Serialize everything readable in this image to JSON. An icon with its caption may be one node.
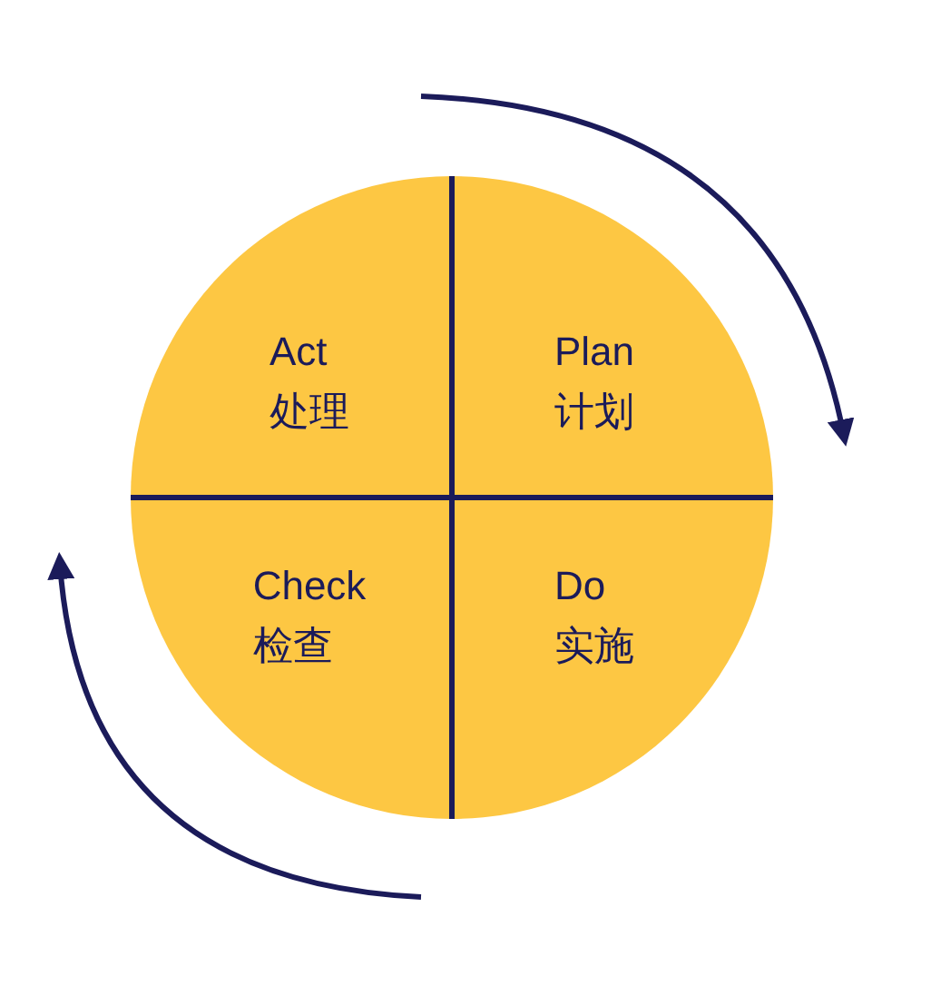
{
  "diagram": {
    "nodes": [
      {
        "text": [
          "Act",
          "处理"
        ]
      },
      {
        "text": [
          "Plan",
          "计划"
        ]
      },
      {
        "text": [
          "Check",
          "检查"
        ]
      },
      {
        "text": [
          "Do",
          "实施"
        ]
      }
    ]
  }
}
